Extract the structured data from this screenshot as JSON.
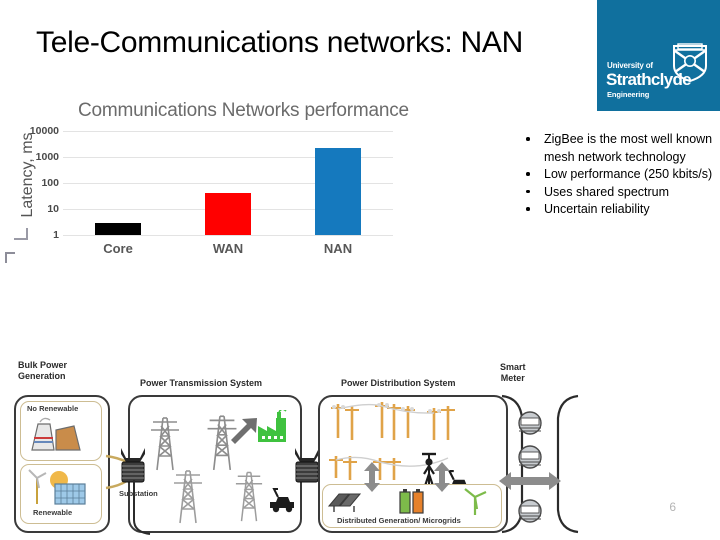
{
  "slide": {
    "title": "Tele-Communications networks: NAN",
    "page_number": "6"
  },
  "logo": {
    "university_line": "University of",
    "name": "Strathclyde",
    "faculty": "Engineering",
    "panel_color": "#10709E",
    "crest_name": "strathclyde-crest-icon"
  },
  "chart_data": {
    "type": "bar",
    "title": "Communications Networks performance",
    "xlabel": "",
    "ylabel": "Latency, ms",
    "categories": [
      "Core",
      "WAN",
      "NAN"
    ],
    "values": [
      3,
      40,
      2200
    ],
    "bar_colors": [
      "#000000",
      "#FF0000",
      "#1579BE"
    ],
    "y_scale": "log",
    "ylim": [
      1,
      10000
    ],
    "y_ticks": [
      "1",
      "10",
      "100",
      "1000",
      "10000"
    ],
    "y_tick_values": [
      1,
      10,
      100,
      1000,
      10000
    ],
    "grid": true,
    "legend": "none",
    "series": [
      {
        "name": "Latency",
        "values": [
          3,
          40,
          2200
        ]
      }
    ]
  },
  "bullets": [
    "ZigBee is the most well known mesh network technology",
    "Low performance (250 kbits/s)",
    "Uses shared spectrum",
    "Uncertain reliability"
  ],
  "diagram": {
    "sections": [
      {
        "label": "Bulk Power\nGeneration"
      },
      {
        "label": "Power Transmission System"
      },
      {
        "label": "Power Distribution System"
      },
      {
        "label": "Smart\nMeter"
      }
    ],
    "bulk_label_line1": "Bulk Power",
    "bulk_label_line2": "Generation",
    "transmission_label": "Power Transmission System",
    "distribution_label": "Power Distribution System",
    "smart_meter_line1": "Smart",
    "smart_meter_line2": "Meter",
    "captions": {
      "no_renewable": "No Renewable",
      "renewable": "Renewable",
      "substation": "Substation",
      "distributed_generation": "Distributed Generation/ Microgrids"
    }
  }
}
